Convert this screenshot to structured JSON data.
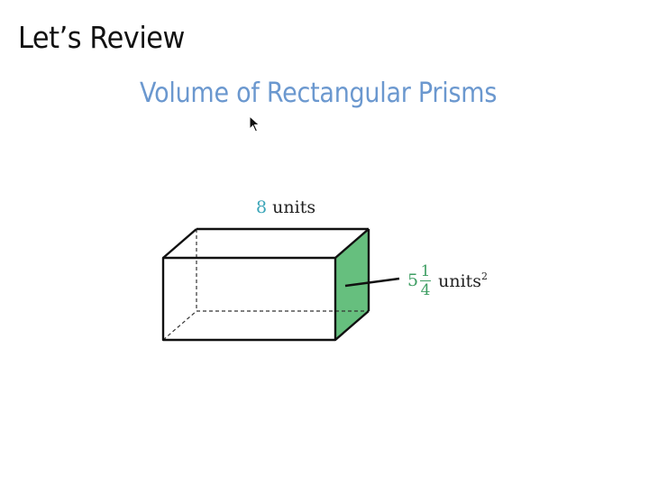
{
  "page": {
    "heading": "Let’s Review",
    "subtitle": "Volume of Rectangular Prisms"
  },
  "prism": {
    "length_value": "8",
    "length_unit": "units",
    "face_area_whole": "5",
    "face_area_numerator": "1",
    "face_area_denominator": "4",
    "face_area_unit": "units",
    "face_area_exponent": "2",
    "face_fill_color": "#66bf7e"
  },
  "colors": {
    "subtitle": "#6b98cf",
    "length_value": "#3aa5b8",
    "area_value": "#3e9e63"
  },
  "icons": {
    "cursor": "mouse-pointer-icon"
  }
}
